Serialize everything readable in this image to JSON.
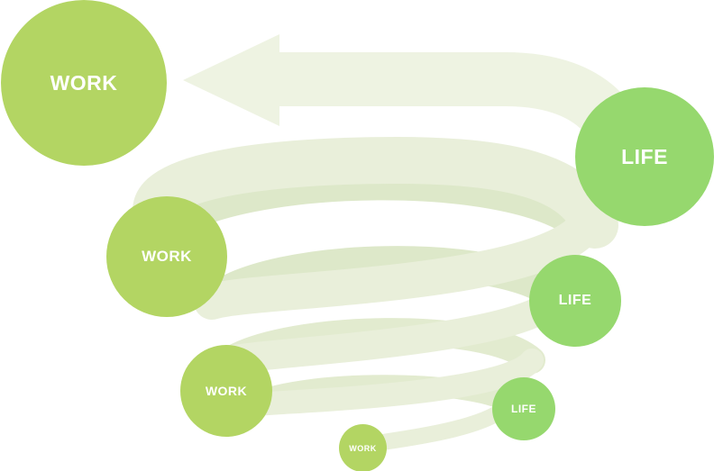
{
  "colors": {
    "spiral": "#e9efda",
    "spiral_dark": "#dde8c9",
    "work": "#b3d563",
    "life": "#96d86e"
  },
  "nodes": [
    {
      "kind": "work",
      "label": "WORK"
    },
    {
      "kind": "life",
      "label": "LIFE"
    },
    {
      "kind": "work",
      "label": "WORK"
    },
    {
      "kind": "life",
      "label": "LIFE"
    },
    {
      "kind": "work",
      "label": "WORK"
    },
    {
      "kind": "life",
      "label": "LIFE"
    },
    {
      "kind": "work",
      "label": "WORK"
    }
  ]
}
